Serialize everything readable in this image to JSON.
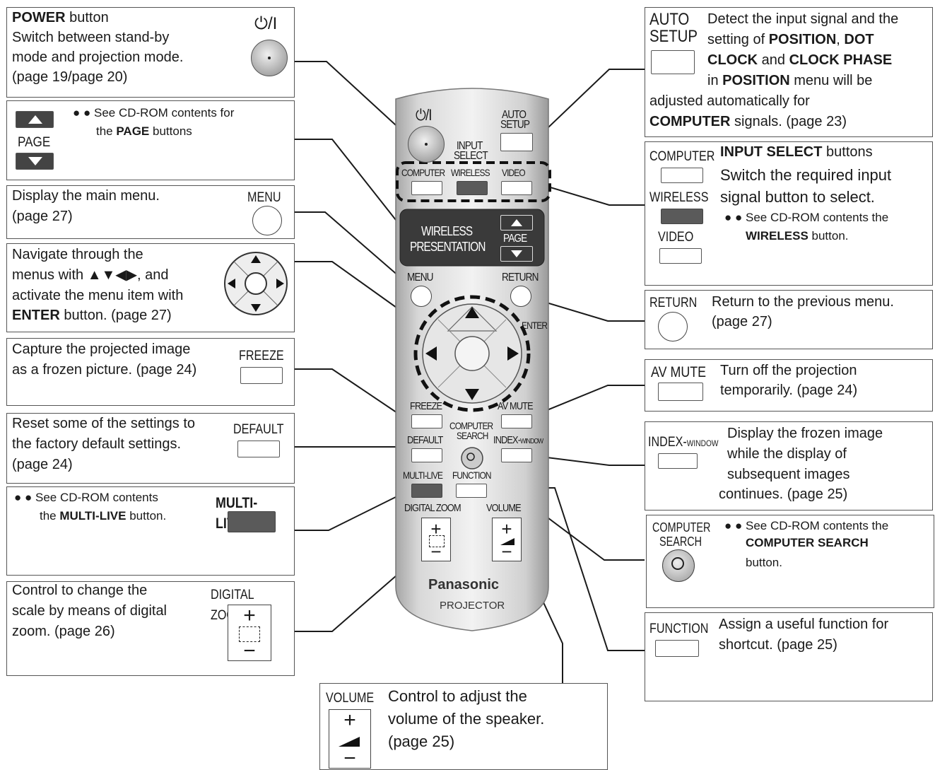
{
  "left": {
    "power": {
      "title": "POWER",
      "title_rest": " button",
      "l1": "Switch between stand-by",
      "l2": "mode and projection mode.",
      "l3": "(page 19/page 20)",
      "symbol": "⏻/I"
    },
    "page": {
      "bullets": "● ●",
      "l1": "See CD-ROM contents for",
      "l2_pre": "the ",
      "l2_bold": "PAGE",
      "l2_post": " buttons",
      "label": "PAGE"
    },
    "menu": {
      "l1": "Display the main menu.",
      "l2": "(page 27)",
      "label": "MENU"
    },
    "nav": {
      "l1": "Navigate through the",
      "l2": "menus with ▲▼◀▶, and",
      "l3": "activate the menu item with",
      "l4_bold": "ENTER",
      "l4_rest": " button. (page 27)"
    },
    "freeze": {
      "l1": "Capture the projected image",
      "l2": "as a frozen picture. (page 24)",
      "label": "FREEZE"
    },
    "default": {
      "l1": "Reset some of the settings to",
      "l2": "the factory default settings.",
      "l3": "(page 24)",
      "label": "DEFAULT"
    },
    "multilive": {
      "bullets": "● ●",
      "l1": "See CD-ROM contents",
      "l2_pre": "the ",
      "l2_bold": "MULTI-LIVE",
      "l2_post": " button.",
      "label": "MULTI-LIVE"
    },
    "digitalzoom": {
      "l1": "Control to change the",
      "l2": "scale by means of digital",
      "l3": "zoom. (page 26)",
      "label": "DIGITAL ZOOM",
      "plus": "+",
      "minus": "−"
    }
  },
  "right": {
    "autosetup": {
      "label1": "AUTO",
      "label2": "SETUP",
      "l1": "Detect the input signal and the",
      "l2_pre": "setting of ",
      "l2_b1": "POSITION",
      "l2_mid": ", ",
      "l2_b2": "DOT",
      "l3_b1": "CLOCK",
      "l3_mid": " and ",
      "l3_b2": "CLOCK PHASE",
      "l4_pre": "in ",
      "l4_b": "POSITION",
      "l4_post": " menu will be",
      "l5": "adjusted automatically for",
      "l6_b": "COMPUTER",
      "l6_post": " signals. (page 23)"
    },
    "inputselect": {
      "title": "INPUT SELECT",
      "title_rest": " buttons",
      "l1": "Switch the required input",
      "l2": "signal button to select.",
      "bullets": "● ●",
      "l3": "See CD-ROM contents the",
      "l4_bold": "WIRELESS",
      "l4_rest": " button.",
      "label_computer": "COMPUTER",
      "label_wireless": "WIRELESS",
      "label_video": "VIDEO"
    },
    "return": {
      "label": "RETURN",
      "l1": "Return to the previous menu.",
      "l2": "(page 27)"
    },
    "avmute": {
      "label": "AV MUTE",
      "l1": "Turn off the projection",
      "l2": "temporarily. (page 24)"
    },
    "indexwindow": {
      "label_main": "INDEX-",
      "label_small": "WINDOW",
      "l1": "Display the frozen image",
      "l2": "while the display of",
      "l3": "subsequent images",
      "l4": "continues. (page 25)"
    },
    "computersearch": {
      "label1": "COMPUTER",
      "label2": "SEARCH",
      "bullets": "● ●",
      "l1": "See CD-ROM contents the",
      "l2_bold": "COMPUTER SEARCH",
      "l3": "button."
    },
    "function": {
      "label": "FUNCTION",
      "l1": "Assign a useful function for",
      "l2": "shortcut. (page 25)"
    }
  },
  "bottom": {
    "volume": {
      "label": "VOLUME",
      "l1": "Control to adjust the",
      "l2": "volume of the speaker.",
      "l3": "(page 25)",
      "plus": "+",
      "minus": "−"
    }
  },
  "remote": {
    "power_symbol": "⏻/I",
    "auto_setup1": "AUTO",
    "auto_setup2": "SETUP",
    "input_select1": "INPUT",
    "input_select2": "SELECT",
    "computer": "COMPUTER",
    "wireless": "WIRELESS",
    "video": "VIDEO",
    "wp1": "WIRELESS",
    "wp2": "PRESENTATION",
    "page": "PAGE",
    "menu": "MENU",
    "return": "RETURN",
    "enter": "ENTER",
    "freeze": "FREEZE",
    "avmute": "AV MUTE",
    "cs1": "COMPUTER",
    "cs2": "SEARCH",
    "default": "DEFAULT",
    "index_main": "INDEX-",
    "index_small": "WINDOW",
    "multilive": "MULTI-LIVE",
    "function": "FUNCTION",
    "digital_zoom": "DIGITAL ZOOM",
    "volume": "VOLUME",
    "plus": "+",
    "minus": "−",
    "brand": "Panasonic",
    "product": "PROJECTOR"
  }
}
